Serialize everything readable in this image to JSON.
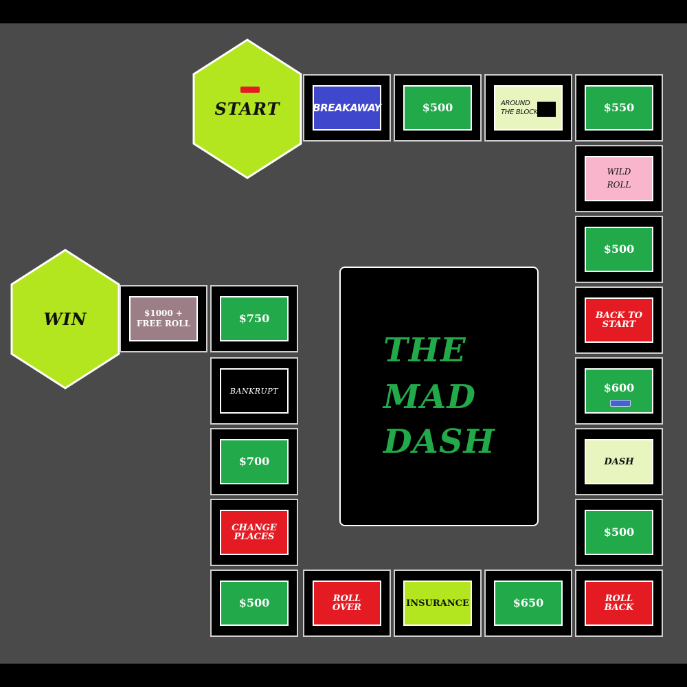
{
  "title_lines": [
    "THE",
    "MAD",
    "DASH"
  ],
  "start_label": "START",
  "win_label": "WIN",
  "colors": {
    "board_bg": "#4a4a4a",
    "hex_fill": "#b3e61e",
    "green": "#22aa4a",
    "red": "#e41b23",
    "blue": "#3f47cc",
    "pink": "#f8b5cc",
    "cream": "#e8f5bf",
    "mauve": "#9b7e86",
    "title_green": "#22aa4a",
    "player_red": "#e41b23",
    "player_blue": "#3f66cc"
  },
  "tiles": {
    "breakaway": "BREAKAWAY",
    "top_500": "$500",
    "around_line1": "AROUND",
    "around_line2": "THE BLOCK",
    "top_550": "$550",
    "wild_line1": "WILD",
    "wild_line2": "ROLL",
    "right_500_a": "$500",
    "back_line1": "BACK TO",
    "back_line2": "START",
    "right_600": "$600",
    "dash": "DASH",
    "right_500_b": "$500",
    "rollback_line1": "ROLL",
    "rollback_line2": "BACK",
    "bottom_650": "$650",
    "insurance": "INSURANCE",
    "rollover_line1": "ROLL",
    "rollover_line2": "OVER",
    "bottom_500": "$500",
    "change_line1": "CHANGE",
    "change_line2": "PLACES",
    "left_700": "$700",
    "bankrupt": "BANKRUPT",
    "left_750": "$750",
    "final_line1": "$1000 +",
    "final_line2": "FREE ROLL"
  },
  "tokens": [
    {
      "player": "red",
      "space": "START"
    },
    {
      "player": "blue",
      "space": "$600"
    }
  ]
}
